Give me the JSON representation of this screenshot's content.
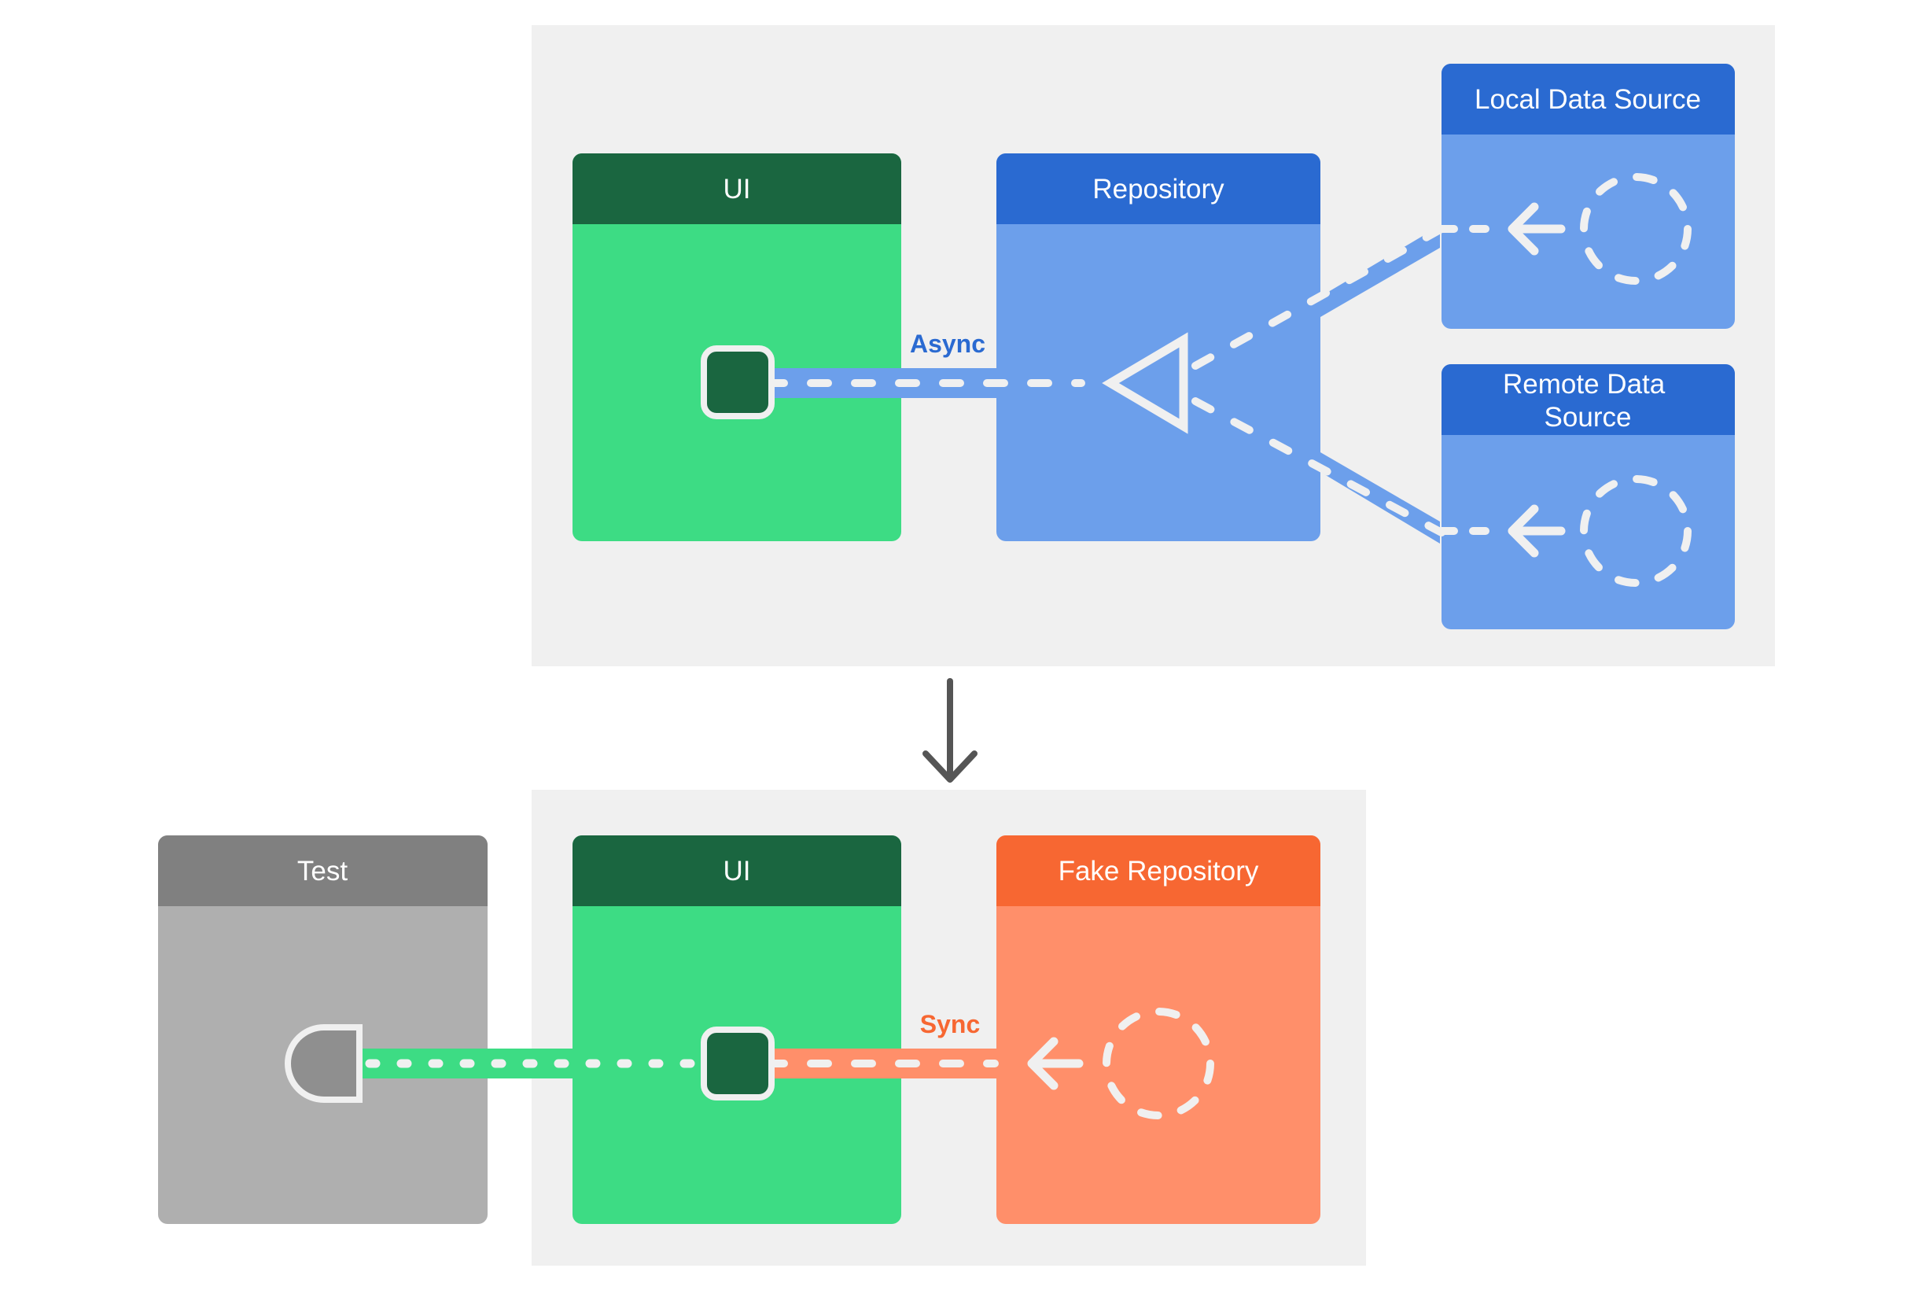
{
  "top": {
    "ui": {
      "title": "UI"
    },
    "repository": {
      "title": "Repository"
    },
    "local_source": {
      "title": "Local Data Source"
    },
    "remote_source": {
      "title_line1": "Remote Data",
      "title_line2": "Source"
    },
    "edge_label": "Async"
  },
  "bottom": {
    "test": {
      "title": "Test"
    },
    "ui": {
      "title": "UI"
    },
    "fake_repository": {
      "title": "Fake Repository"
    },
    "edge_label": "Sync"
  },
  "colors": {
    "panel_bg": "#f0f0f0",
    "ui_header": "#1a6640",
    "ui_body": "#3ddc84",
    "blue_header": "#2a6ad1",
    "blue_body": "#6c9feb",
    "orange_header": "#f76732",
    "orange_body": "#ff8f6a",
    "gray_header": "#808080",
    "gray_body": "#afafaf",
    "arrow": "#555555",
    "async_label": "#2a6ad1",
    "sync_label": "#f76732"
  }
}
